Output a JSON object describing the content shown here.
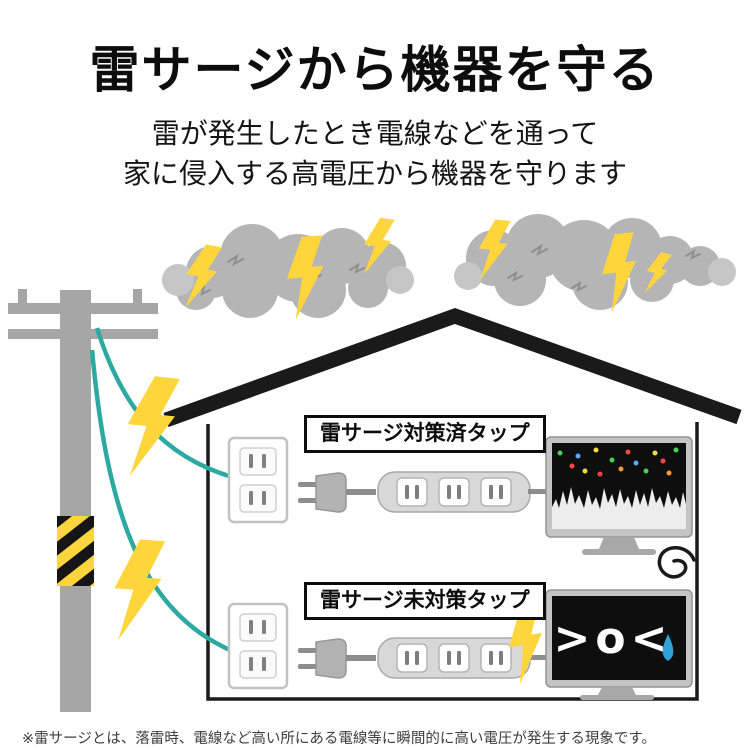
{
  "header": {
    "title": "雷サージから機器を守る",
    "subtitle_line1": "雷が発生したとき電線などを通って",
    "subtitle_line2": "家に侵入する高電圧から機器を守ります"
  },
  "diagram": {
    "protected_tap_label": "雷サージ対策済タップ",
    "unprotected_tap_label": "雷サージ未対策タップ",
    "tv_error_face": ">o<"
  },
  "footer": {
    "note": "※雷サージとは、落雷時、電線など高い所にある電線等に瞬間的に高い電圧が発生する現象です。"
  },
  "colors": {
    "lightning_yellow": "#ffd53c",
    "cloud_gray": "#b5b5b5",
    "wire_teal": "#2ca9a1",
    "ink_black": "#1a1a1a",
    "tear_blue": "#2fa3d9"
  }
}
